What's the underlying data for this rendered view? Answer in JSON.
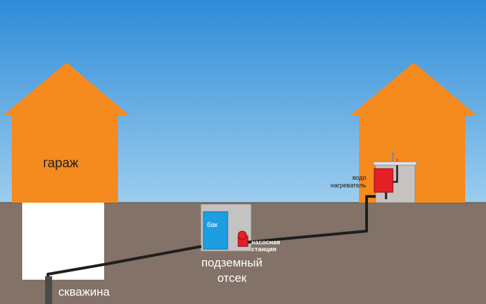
{
  "colors": {
    "sky_top": "#2f8bd8",
    "sky_bottom": "#9ccdee",
    "ground": "#827267",
    "house": "#f58a1f",
    "tank": "#1d9de2",
    "heater": "#e41f25",
    "pipe": "#1e1e1e"
  },
  "labels": {
    "garage": "гараж",
    "tank": "бак",
    "pump_station": [
      "насосная",
      "станция"
    ],
    "water_heater": [
      "водо",
      "нагреватель"
    ],
    "underground_bay": [
      "подземный",
      "отсек"
    ],
    "well": "скважина"
  }
}
